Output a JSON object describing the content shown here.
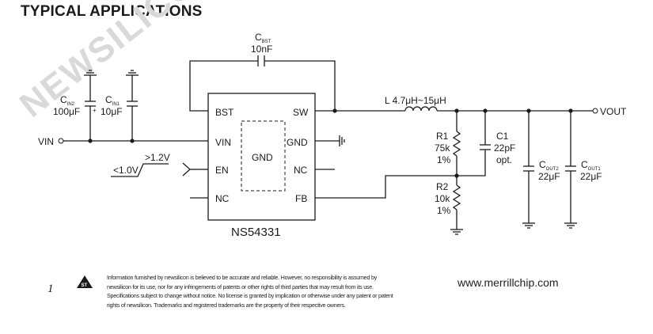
{
  "section_title": "TYPICAL APPLICATIONS",
  "watermark": "NEWSILICON",
  "chip": {
    "name": "NS54331",
    "center_label": "GND",
    "pins_left": [
      "BST",
      "VIN",
      "EN",
      "NC"
    ],
    "pins_right": [
      "SW",
      "GND",
      "NC",
      "FB"
    ]
  },
  "signals": {
    "vin": "VIN",
    "vout": "VOUT",
    "en_high": ">1.2V",
    "en_low": "<1.0V"
  },
  "components": {
    "cbst": {
      "name": "C",
      "sub": "BST",
      "value": "10nF"
    },
    "cin2": {
      "name": "C",
      "sub": "IN2",
      "value": "100μF"
    },
    "cin1": {
      "name": "C",
      "sub": "IN1",
      "value": "10μF"
    },
    "inductor": {
      "label": "L  4.7μH~15μH"
    },
    "r1": {
      "name": "R1",
      "value": "75k",
      "tol": "1%"
    },
    "r2": {
      "name": "R2",
      "value": "10k",
      "tol": "1%"
    },
    "c1": {
      "name": "C1",
      "value": "22pF",
      "note": "opt."
    },
    "cout2": {
      "name": "C",
      "sub": "OUT2",
      "value": "22μF"
    },
    "cout1": {
      "name": "C",
      "sub": "OUT1",
      "value": "22μF"
    }
  },
  "footer": {
    "page_number": "1",
    "disclaimer": "Information furnished by newsilicon is believed to be accurate and reliable. However, no responsibility is assumed by newsilicon for its use, nor for any infringements of patents or other rights of third parties that may result from its use. Specifications subject to change without notice. No license is granted by implication or otherwise under any patent or patent rights of newsilicon. Trademarks and registered trademarks are the property of their respective owners.",
    "website": "www.merrillchip.com"
  },
  "colors": {
    "ink": "#1a1a1a",
    "watermark": "#d9d9d9"
  },
  "icons": [
    "logo-triangle-icon",
    "ground-symbol-icon",
    "output-terminal-icon"
  ]
}
